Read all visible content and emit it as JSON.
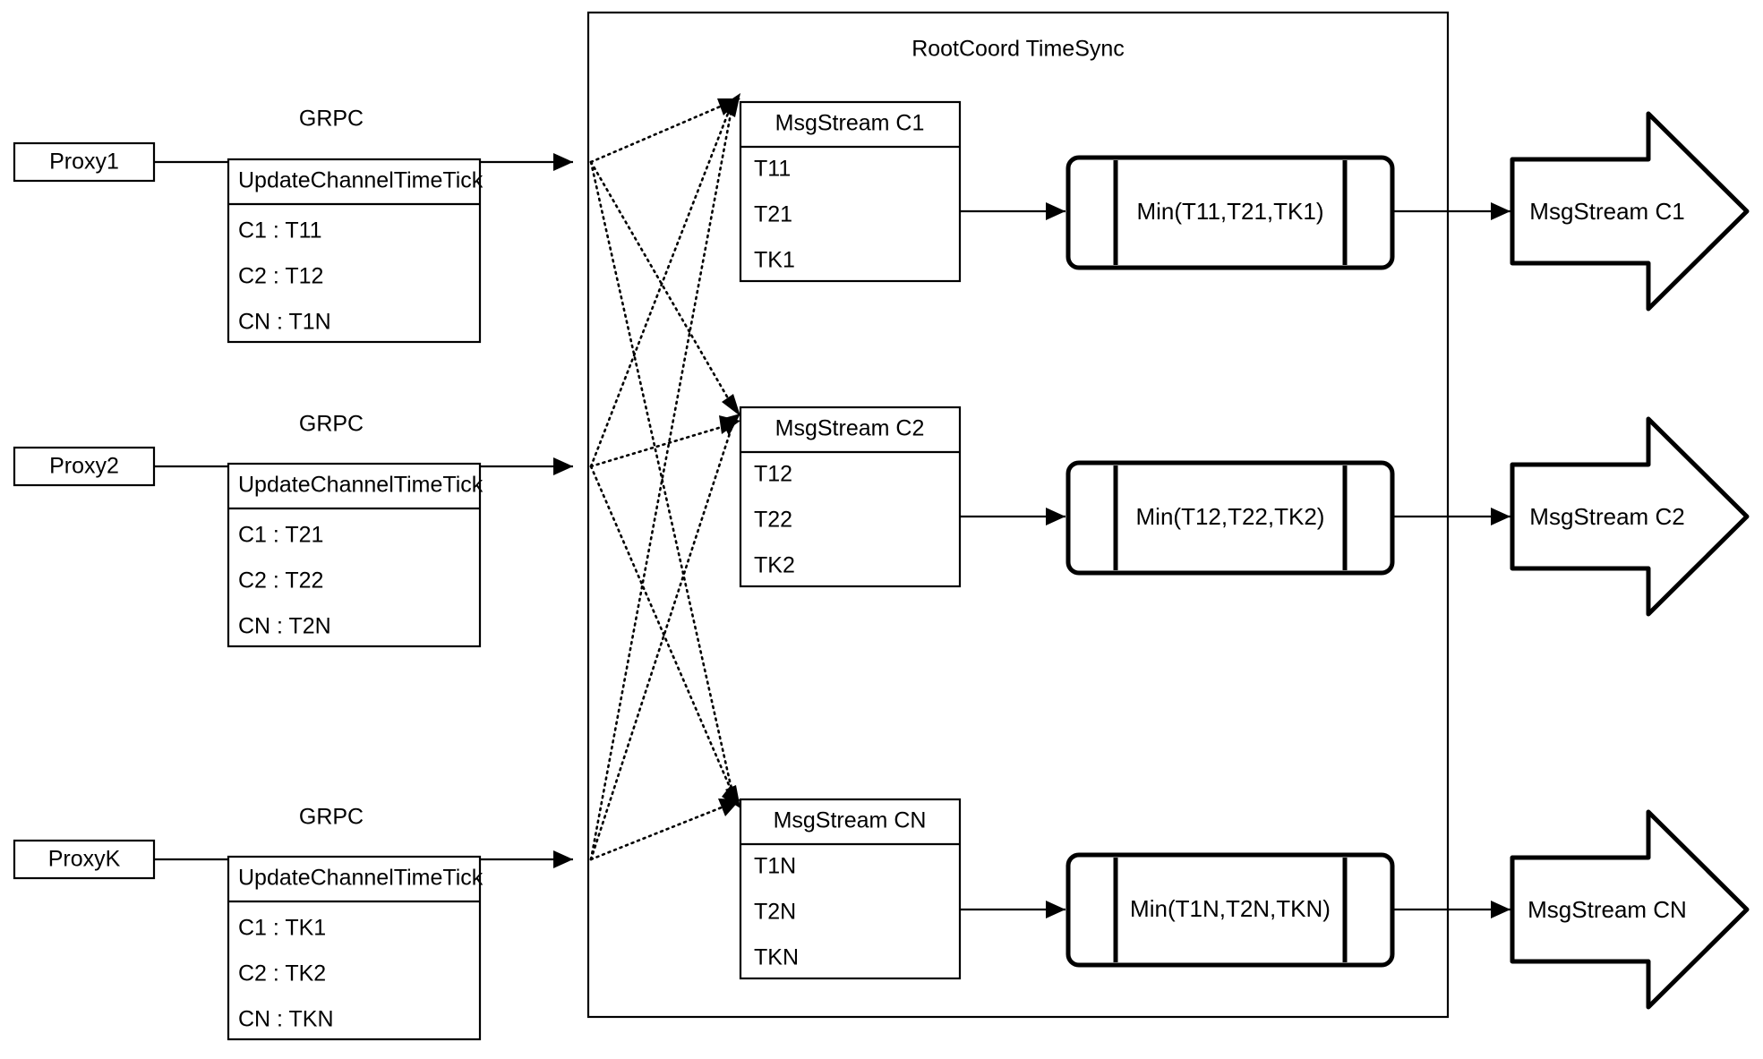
{
  "diagram": {
    "container_title": "RootCoord TimeSync",
    "link_label": "GRPC",
    "proxies": [
      {
        "name": "Proxy1",
        "rpc_title": "UpdateChannelTimeTick",
        "entries": [
          "C1 :  T11",
          "C2 :  T12",
          "CN : T1N"
        ]
      },
      {
        "name": "Proxy2",
        "rpc_title": "UpdateChannelTimeTick",
        "entries": [
          "C1 :  T21",
          "C2 :  T22",
          "CN : T2N"
        ]
      },
      {
        "name": "ProxyK",
        "rpc_title": "UpdateChannelTimeTick",
        "entries": [
          "C1 :  TK1",
          "C2 :  TK2",
          "CN : TKN"
        ]
      }
    ],
    "channels": [
      {
        "stream_title": "MsgStream C1",
        "ticks": [
          "T11",
          "T21",
          "TK1"
        ],
        "min_label": "Min(T11,T21,TK1)",
        "output_label": "MsgStream C1"
      },
      {
        "stream_title": "MsgStream C2",
        "ticks": [
          "T12",
          "T22",
          "TK2"
        ],
        "min_label": "Min(T12,T22,TK2)",
        "output_label": "MsgStream C2"
      },
      {
        "stream_title": "MsgStream CN",
        "ticks": [
          "T1N",
          "T2N",
          "TKN"
        ],
        "min_label": "Min(T1N,T2N,TKN)",
        "output_label": "MsgStream CN"
      }
    ],
    "colors": {
      "stroke": "#000000",
      "fill": "#ffffff",
      "background": "#ffffff"
    }
  }
}
